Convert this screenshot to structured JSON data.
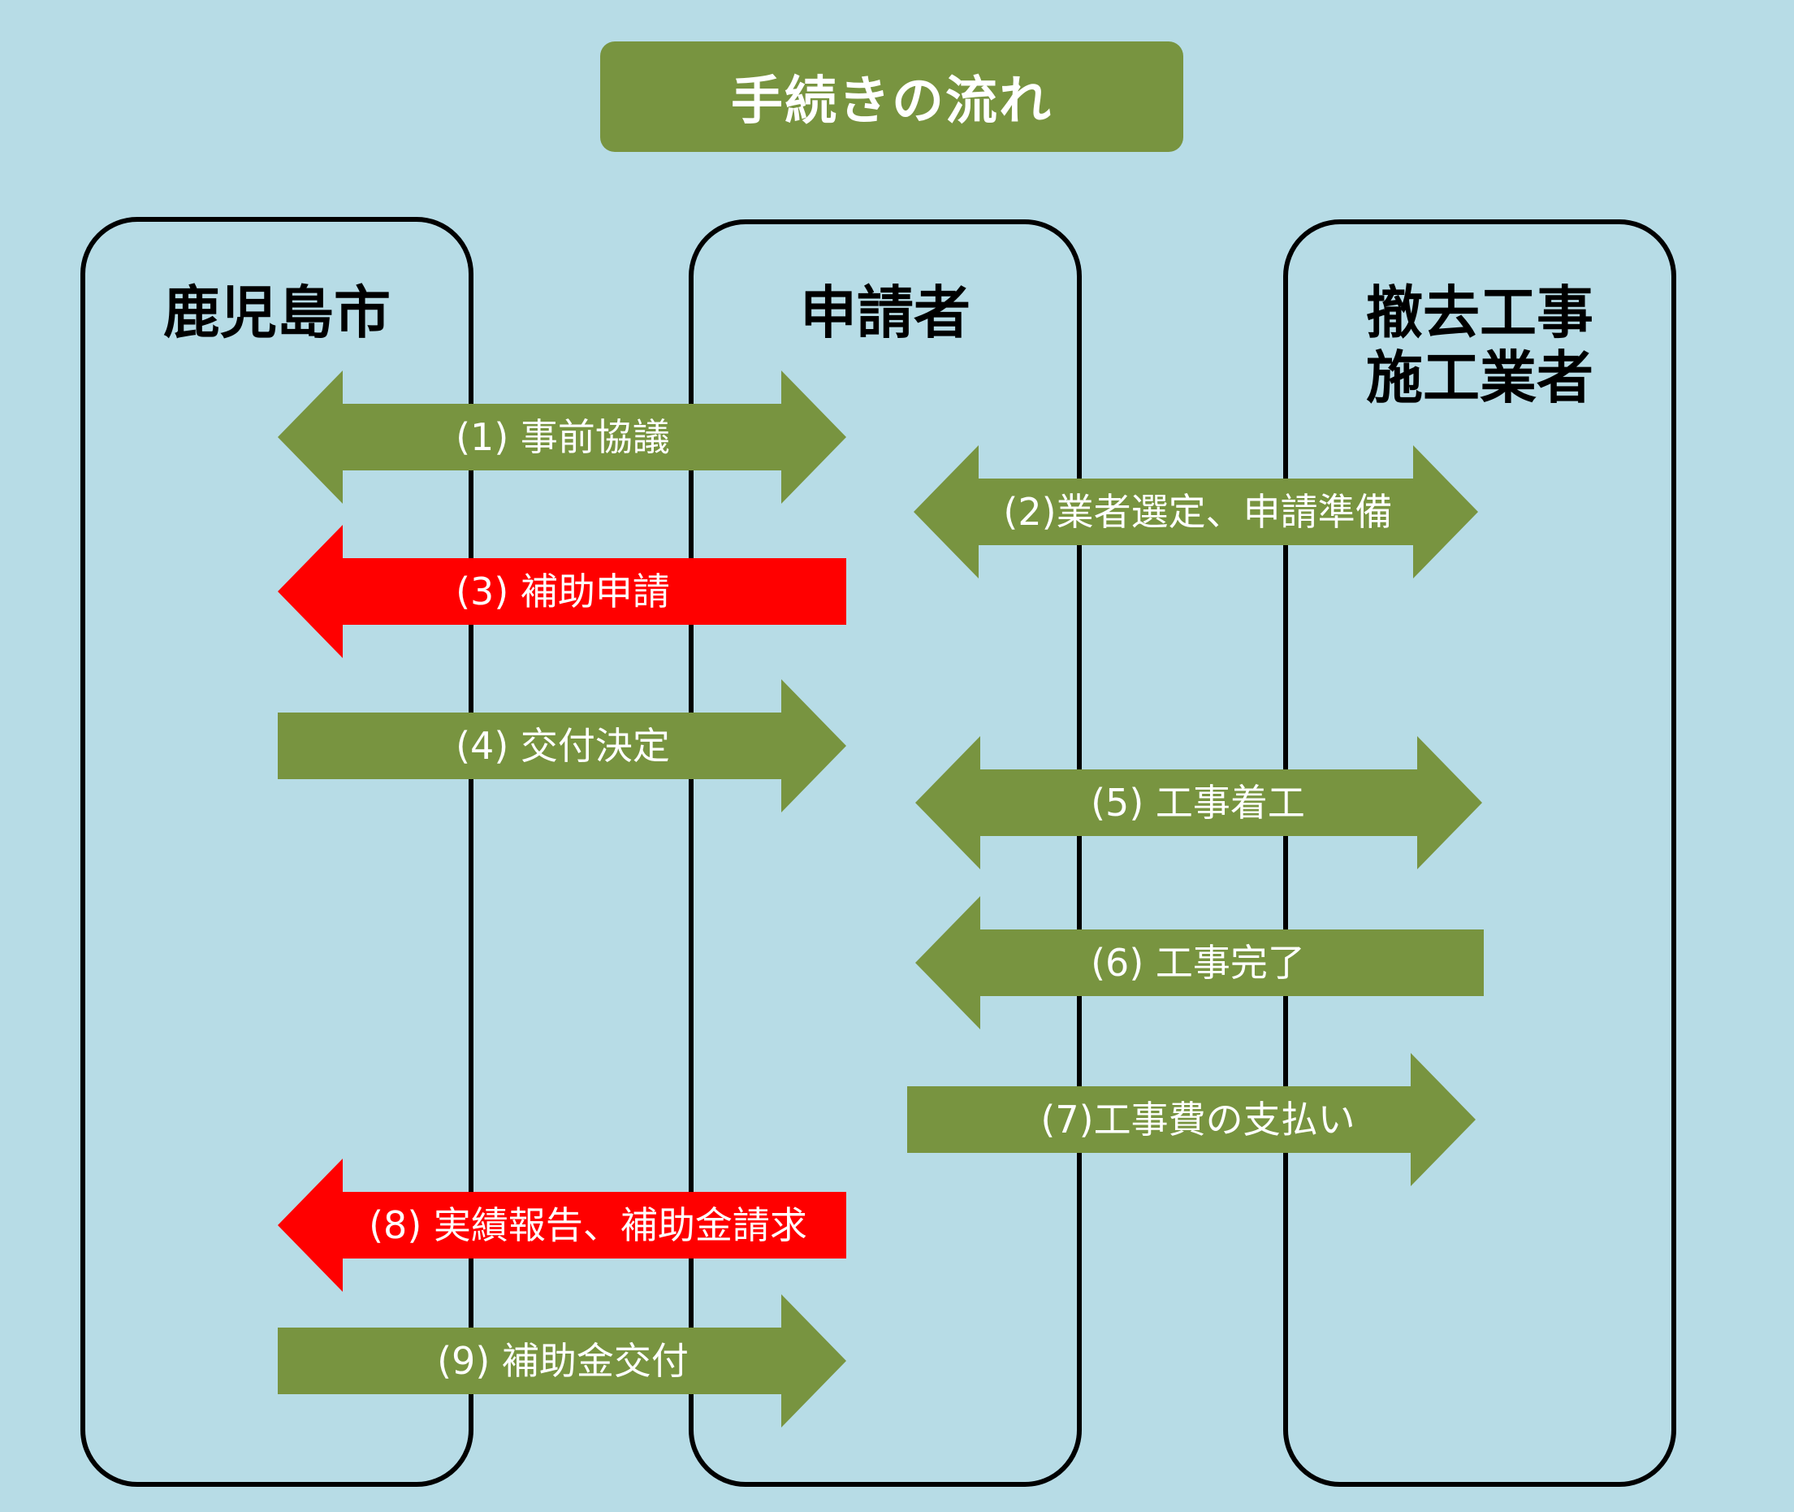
{
  "title": "手続きの流れ",
  "colors": {
    "title_bg": "#789440",
    "green": "#789440",
    "red": "#ff0000",
    "background": "#b7dce6"
  },
  "lanes": [
    {
      "label": "鹿児島市"
    },
    {
      "label": "申請者"
    },
    {
      "label": "撤去工事\n施工業者"
    }
  ],
  "steps": [
    {
      "label": "(1) 事前協議",
      "from": "鹿児島市",
      "to": "申請者",
      "direction": "both",
      "color": "green"
    },
    {
      "label": "(2)業者選定、申請準備",
      "from": "申請者",
      "to": "撤去工事施工業者",
      "direction": "both",
      "color": "green"
    },
    {
      "label": "(3) 補助申請",
      "from": "申請者",
      "to": "鹿児島市",
      "direction": "left",
      "color": "red"
    },
    {
      "label": "(4) 交付決定",
      "from": "鹿児島市",
      "to": "申請者",
      "direction": "right",
      "color": "green"
    },
    {
      "label": "(5) 工事着工",
      "from": "申請者",
      "to": "撤去工事施工業者",
      "direction": "both",
      "color": "green"
    },
    {
      "label": "(6) 工事完了",
      "from": "撤去工事施工業者",
      "to": "申請者",
      "direction": "left",
      "color": "green"
    },
    {
      "label": "(7)工事費の支払い",
      "from": "申請者",
      "to": "撤去工事施工業者",
      "direction": "right",
      "color": "green"
    },
    {
      "label": "(8) 実績報告、補助金請求",
      "from": "申請者",
      "to": "鹿児島市",
      "direction": "left",
      "color": "red"
    },
    {
      "label": "(9) 補助金交付",
      "from": "鹿児島市",
      "to": "申請者",
      "direction": "right",
      "color": "green"
    }
  ]
}
